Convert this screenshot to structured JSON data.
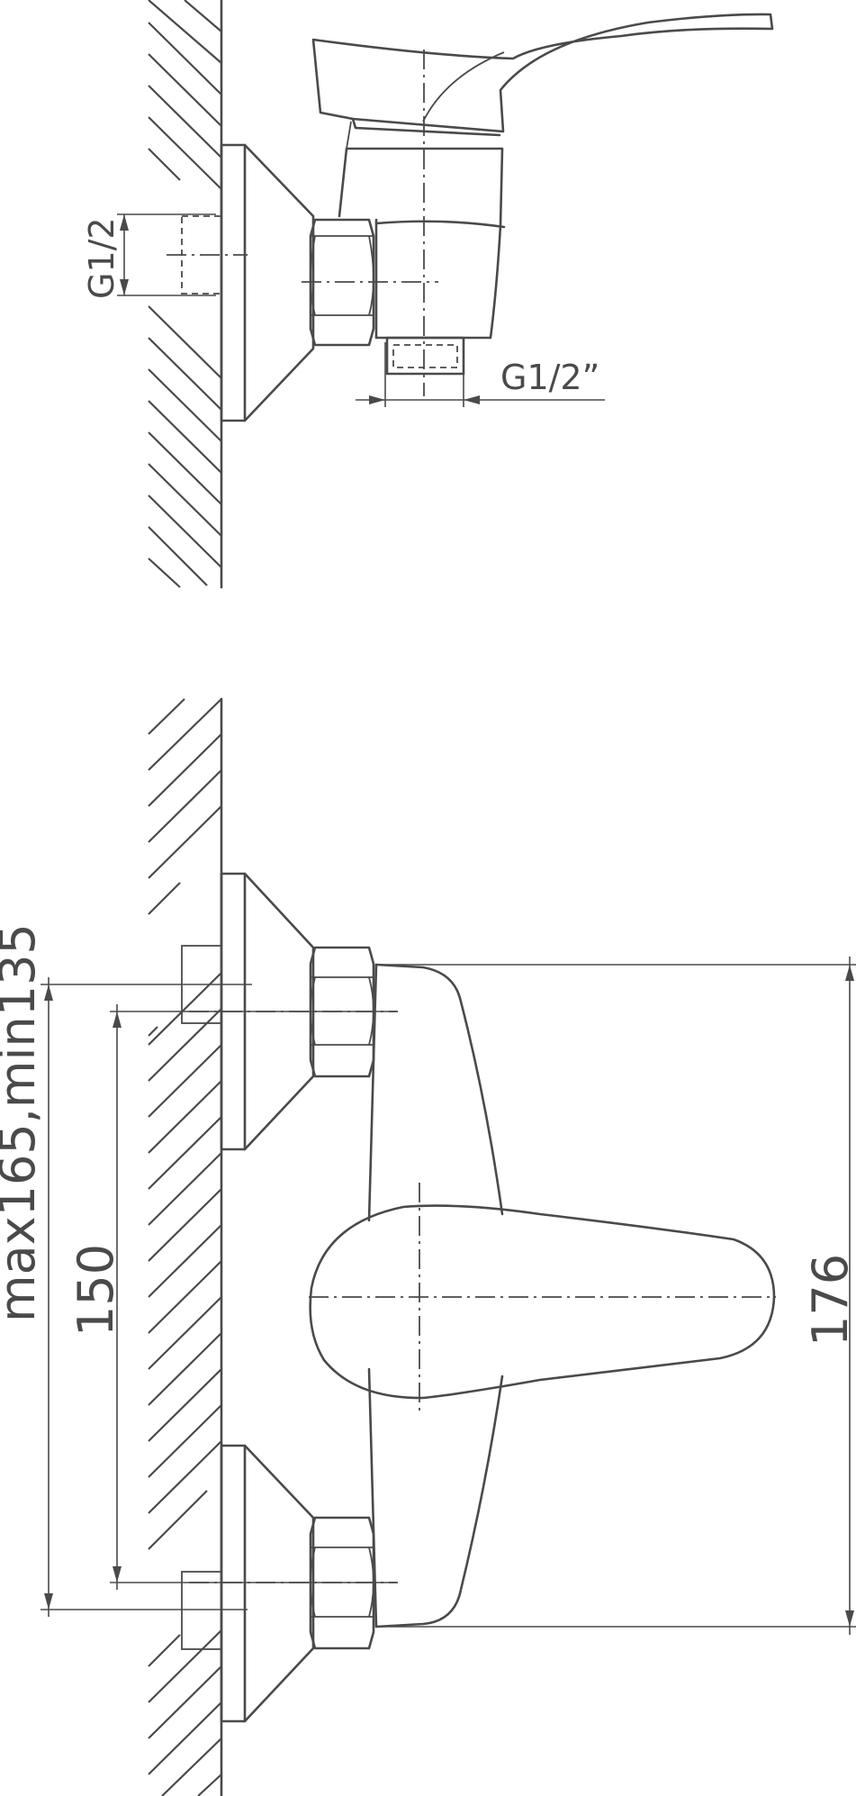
{
  "labels": {
    "inlet_thread_side": "G1/2",
    "outlet_thread": "G1/2”",
    "height_dim": "176",
    "inlet_spacing": "150",
    "wall_distance": "max165,min135"
  }
}
